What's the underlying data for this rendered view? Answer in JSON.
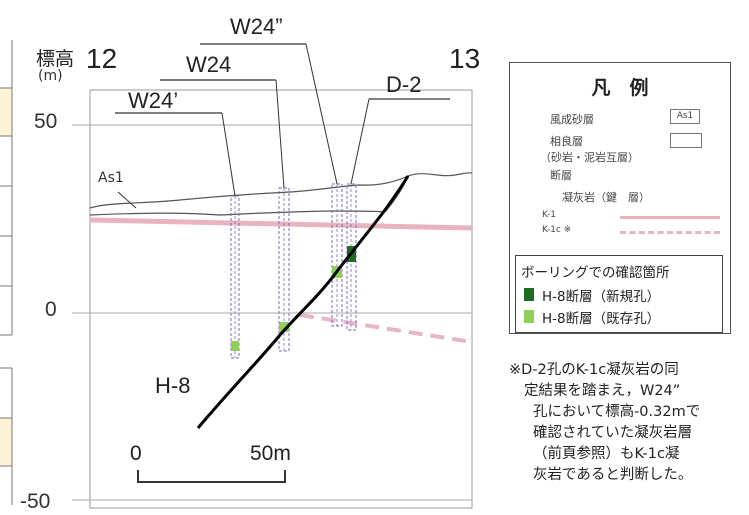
{
  "axis": {
    "label_line1": "標高",
    "label_line2": "(m)",
    "ticks": [
      "50",
      "0",
      "-50"
    ]
  },
  "section_points": {
    "left": "12",
    "right": "13"
  },
  "boreholes": [
    {
      "name": "W24’"
    },
    {
      "name": "W24"
    },
    {
      "name": "W24”"
    },
    {
      "name": "D-2"
    }
  ],
  "labels": {
    "as1": "As1",
    "h8": "H-8"
  },
  "scale_bar": {
    "start": "0",
    "end": "50m"
  },
  "legend": {
    "title": "凡　例",
    "items": [
      {
        "text": "風成砂層",
        "symbol": "As1"
      },
      {
        "text": "相良層"
      },
      {
        "text": "（砂岩・泥岩互層）"
      },
      {
        "text": "断層"
      },
      {
        "text": "凝灰岩（鍵　層）"
      },
      {
        "text": "K-1"
      },
      {
        "text": "K-1c ※"
      }
    ],
    "confirm_title": "ボーリングでの確認箇所",
    "confirm_items": [
      {
        "text": "H-8断層（新規孔）",
        "color": "#1e6b22"
      },
      {
        "text": "H-8断層（既存孔）",
        "color": "#8ed05a"
      }
    ]
  },
  "note": {
    "lines": [
      "※D-2孔のK-1c凝灰岩の同",
      "定結果を踏まえ，W24”",
      "孔において標高-0.32mで",
      "確認されていた凝灰岩層",
      "（前頁参照）もK-1c凝",
      "灰岩であると判断した。"
    ]
  },
  "colors": {
    "k1": "#e8b4c0",
    "k1c": "#e6b6c8",
    "borehole": "#7a6ab8",
    "fault": "#000000"
  }
}
